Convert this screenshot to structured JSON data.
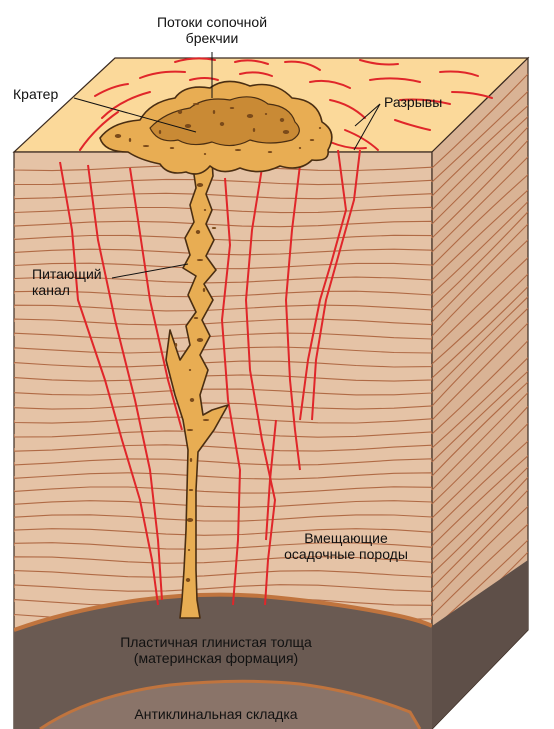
{
  "labels": {
    "potoki_line1": "Потоки сопочной",
    "potoki_line2": "брекчии",
    "krater": "Кратер",
    "razryvy": "Разрывы",
    "pitayushchiy_line1": "Питающий",
    "pitayushchiy_line2": "канал",
    "vmeshchayushchie_line1": "Вмещающие",
    "vmeshchayushchie_line2": "осадочные породы",
    "plastichnaya_line1": "Пластичная глинистая толща",
    "plastichnaya_line2": "(материнская формация)",
    "antiklinalnaya": "Антиклинальная складка"
  },
  "colors": {
    "top_surface": "#fbd99a",
    "front_face": "#e5c3a6",
    "side_face": "#d9b395",
    "strata_line": "#b06a45",
    "fault_line": "#e0262a",
    "breccia_fill": "#e8ad53",
    "breccia_outline": "#4a2e12",
    "clay_layer": "#6a5a52",
    "clay_edge": "#c0743e",
    "anticline": "#8a7469"
  }
}
